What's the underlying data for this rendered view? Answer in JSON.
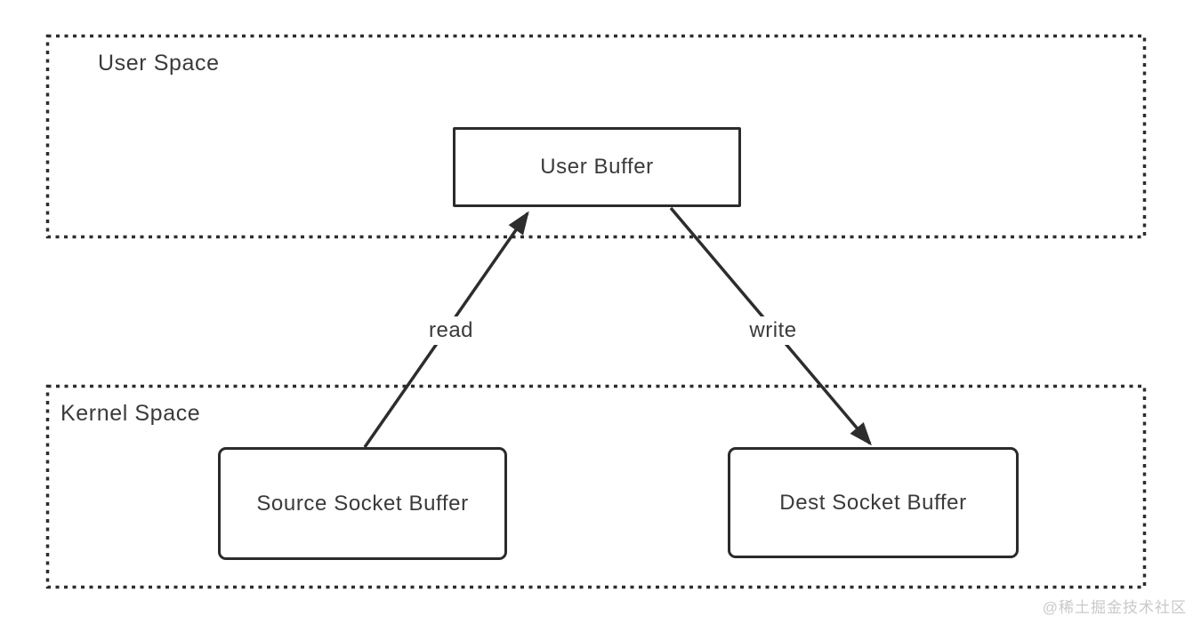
{
  "diagram": {
    "title_none": "",
    "regions": {
      "user_space": {
        "label": "User Space"
      },
      "kernel_space": {
        "label": "Kernel Space"
      }
    },
    "nodes": {
      "user_buffer": {
        "label": "User Buffer"
      },
      "source_socket_buffer": {
        "label": "Source Socket Buffer"
      },
      "dest_socket_buffer": {
        "label": "Dest Socket Buffer"
      }
    },
    "edges": [
      {
        "label": "read",
        "from": "source_socket_buffer",
        "to": "user_buffer"
      },
      {
        "label": "write",
        "from": "user_buffer",
        "to": "dest_socket_buffer"
      }
    ],
    "watermark": "@稀土掘金技术社区",
    "colors": {
      "line": "#2d2d2d",
      "box_border": "#2b2b2b",
      "text": "#3a3a3a",
      "watermark": "#c9c9c9",
      "background": "#ffffff"
    }
  }
}
